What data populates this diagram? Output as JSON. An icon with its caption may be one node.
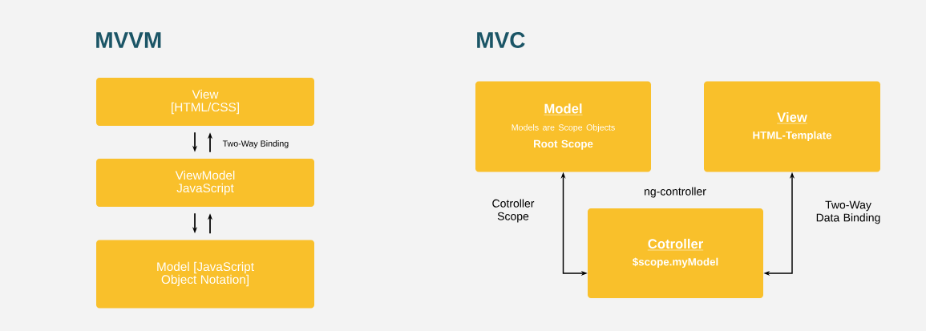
{
  "diagram": {
    "nodes": [
      {
        "text": [
          "View [HTML/CSS]"
        ]
      },
      {
        "text": [
          "ViewModel JavaScript"
        ]
      },
      {
        "text": [
          "Model [JavaScript Object Notation]"
        ]
      },
      {
        "text": [
          "Model",
          "Models are Scope Objects",
          "Root Scope"
        ]
      },
      {
        "text": [
          "View",
          "HTML-Template"
        ]
      },
      {
        "text": [
          "Cotroller",
          "$scope.myModel"
        ]
      }
    ],
    "edges": [
      {
        "from": 0,
        "to": 1,
        "arrow": "to"
      },
      {
        "from": 1,
        "to": 0,
        "arrow": "to",
        "label": "Two-Way Binding"
      },
      {
        "from": 1,
        "to": 2,
        "arrow": "to"
      },
      {
        "from": 2,
        "to": 1,
        "arrow": "to"
      },
      {
        "from": 3,
        "to": 5,
        "arrow": "both",
        "label": "Cotroller Scope"
      },
      {
        "from": 4,
        "to": 5,
        "arrow": "both",
        "label": "Two-Way Data Binding"
      }
    ],
    "labels": [
      "MVVM",
      "MVC",
      "ng-controller"
    ]
  }
}
